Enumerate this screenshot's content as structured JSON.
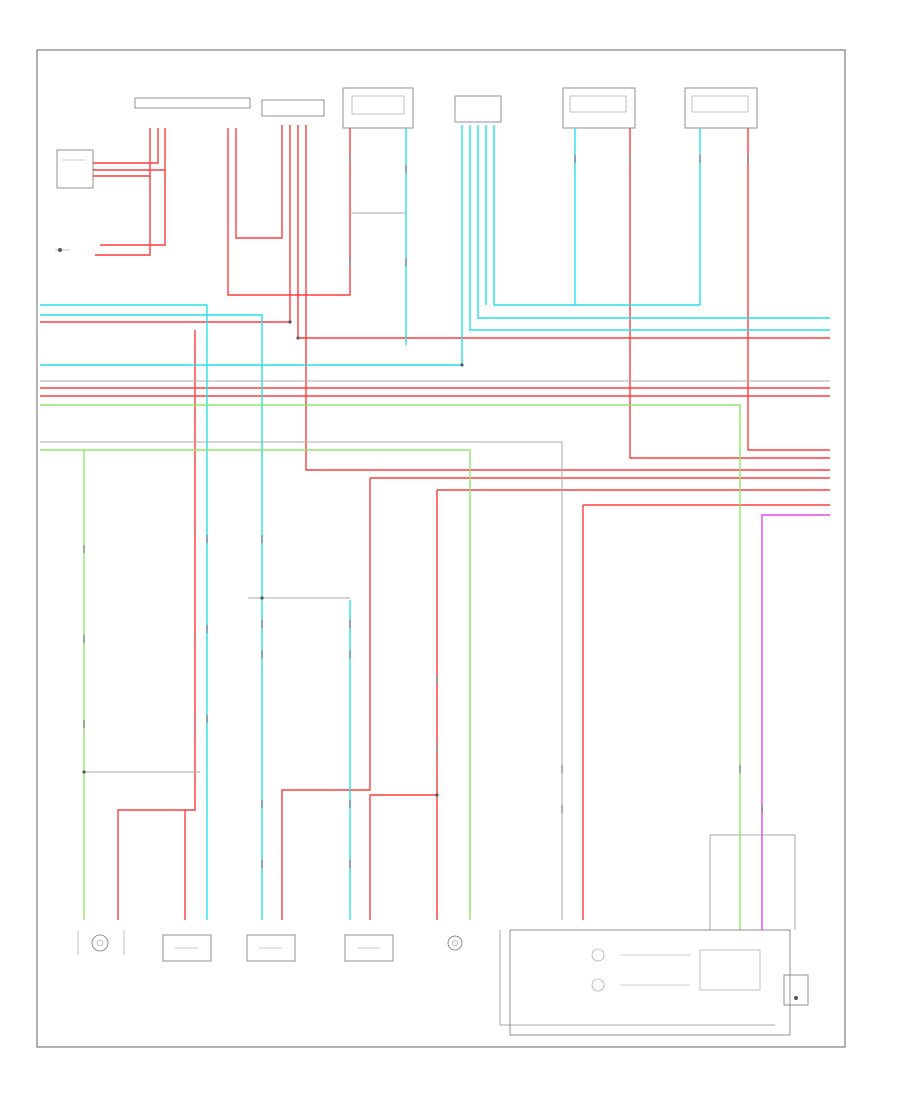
{
  "diagram": {
    "footer_code": "",
    "colors": {
      "red": "#ff3b3b",
      "cyan": "#27e0e8",
      "green": "#8ee86a",
      "gray": "#a8a8a8",
      "magenta": "#ee44ee",
      "frame": "#666666"
    },
    "components": [
      {
        "key": "switch_tl",
        "label": ""
      },
      {
        "key": "left_door_switch_top",
        "label": ""
      },
      {
        "key": "left_door_panel",
        "label": ""
      },
      {
        "key": "left_rear_switch",
        "label": ""
      },
      {
        "key": "front_door_signal",
        "label": ""
      },
      {
        "key": "left_step_lamp",
        "label": ""
      },
      {
        "key": "right_step_lamp",
        "label": ""
      },
      {
        "key": "left_front_speaker",
        "label": ""
      },
      {
        "key": "left_rear_speaker",
        "label": ""
      },
      {
        "key": "right_front_speaker",
        "label": ""
      },
      {
        "key": "left_rear_speaker_2",
        "label": ""
      },
      {
        "key": "left_rear_speaker_3",
        "label": ""
      },
      {
        "key": "left_lamp_module",
        "label": ""
      },
      {
        "key": "fuse_block",
        "label": ""
      }
    ]
  }
}
